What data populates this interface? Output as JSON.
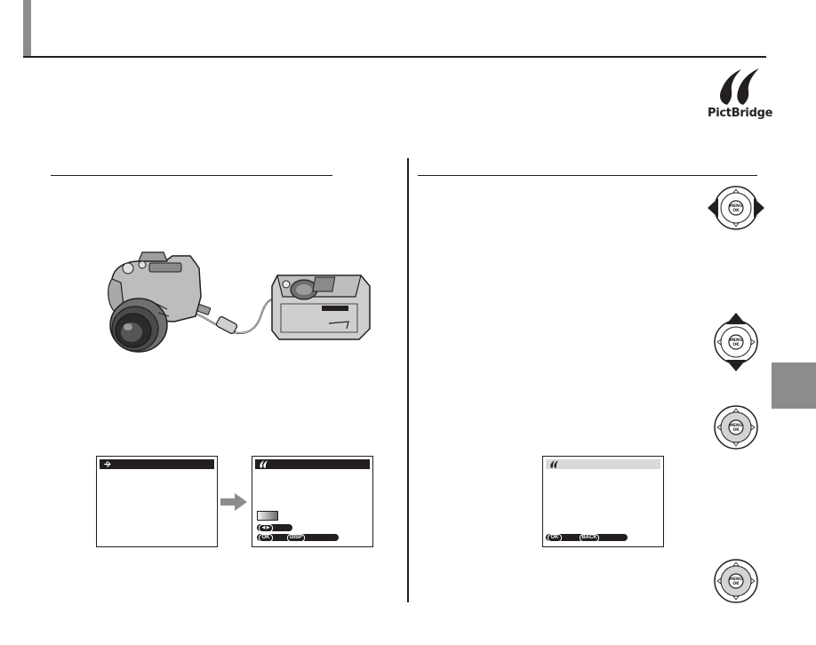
{
  "logo": {
    "wordmark": "PictBridge"
  },
  "lcd_keys": {
    "ok": "OK",
    "disp": "DISP",
    "back": "BACK"
  },
  "icons": {
    "logo": "pictbridge-logo-icon",
    "camera_printer": "camera-printer-connection-illustration",
    "selector_lr": "selector-left-right-icon",
    "selector_ud": "selector-up-down-icon",
    "selector_ok": "selector-menu-ok-icon",
    "usb": "usb-icon",
    "arrow": "arrow-right-icon"
  },
  "colors": {
    "ink": "#231f20",
    "accent_gray": "#8c8c8c",
    "highlight_gray": "#d9d9d9"
  }
}
